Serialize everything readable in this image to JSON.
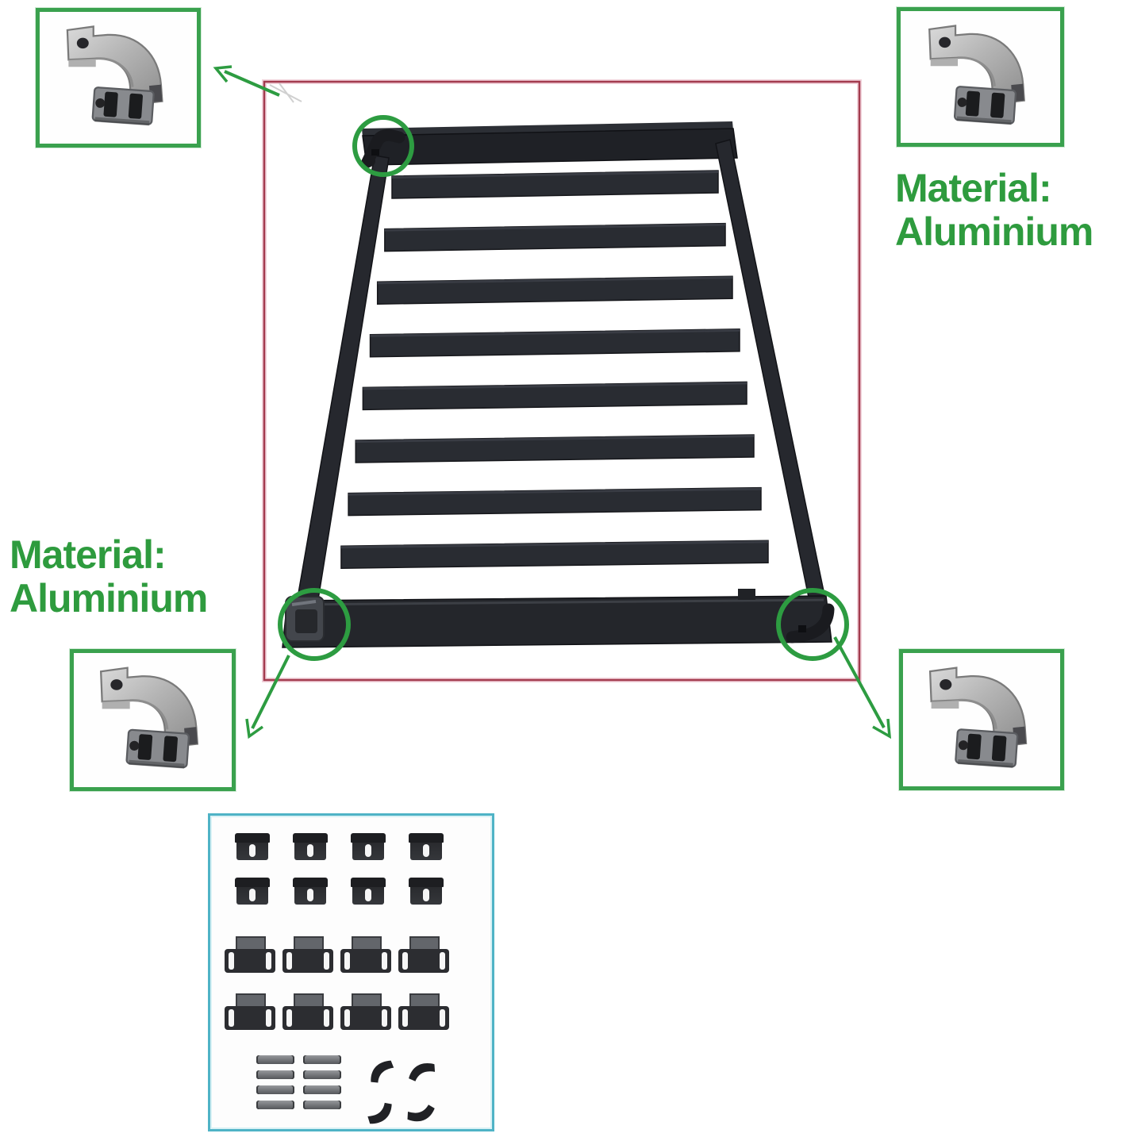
{
  "annotations": {
    "material_top_right": {
      "line1": "Material:",
      "line2": "Aluminium"
    },
    "material_left": {
      "line1": "Material:",
      "line2": "Aluminium"
    }
  },
  "colors": {
    "accent_green": "#2e9b3e",
    "callout_green_line": "#2d9c41",
    "callout_red": "#a33b4e",
    "parts_box_border": "#4fb3c6",
    "rack_dark": "#24262b",
    "bracket_metal": "#b5b5b5"
  },
  "icons": {
    "corner_bracket": "corner-bracket-photo-icon",
    "callout_arrow": "green-arrow-icon",
    "corner_highlight": "green-circle-icon"
  },
  "rack": {
    "slat_count": 8,
    "circled_corners": 3,
    "bracket_thumbnails": 4
  },
  "parts_kit": {
    "clip_rows": [
      4,
      4
    ],
    "bracket_rows": [
      4,
      4
    ],
    "rod_columns": [
      4,
      4
    ],
    "corner_wedges": 4
  }
}
